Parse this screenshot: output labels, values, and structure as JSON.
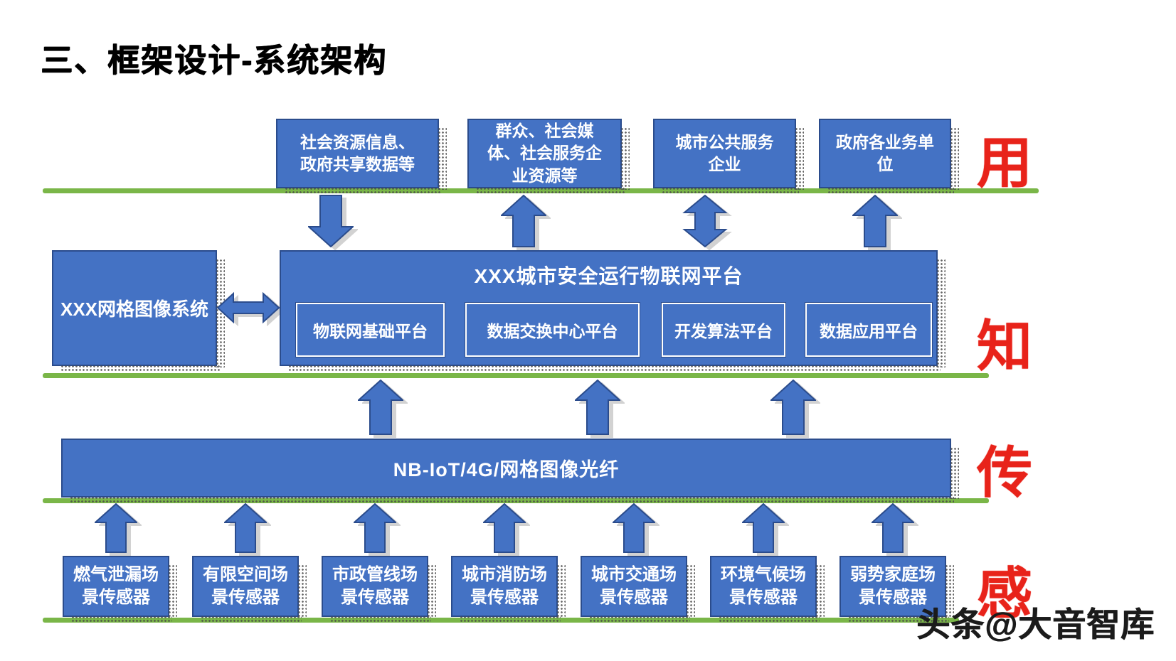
{
  "title": "三、框架设计-系统架构",
  "watermark": "头条@大音智库",
  "colors": {
    "node_blue": "#4472C4",
    "node_border": "#2B4C8C",
    "divider_green": "#7AB648",
    "layer_label_red": "#E8231A"
  },
  "layer_labels": [
    {
      "label": "用"
    },
    {
      "label": "知"
    },
    {
      "label": "传"
    },
    {
      "label": "感"
    }
  ],
  "application_layer": {
    "boxes": [
      {
        "label": "社会资源信息、\n政府共享数据等"
      },
      {
        "label": "群众、社会媒\n体、社会服务企\n业资源等"
      },
      {
        "label": "城市公共服务\n企业"
      },
      {
        "label": "政府各业务单\n位"
      }
    ]
  },
  "awareness_layer": {
    "grid_image_system": {
      "label": "XXX网格图像系统"
    },
    "platform": {
      "title": "XXX城市安全运行物联网平台",
      "sub_platforms": [
        {
          "label": "物联网基础平台"
        },
        {
          "label": "数据交换中心平台"
        },
        {
          "label": "开发算法平台"
        },
        {
          "label": "数据应用平台"
        }
      ]
    }
  },
  "transmission_layer": {
    "network_bar": {
      "label": "NB-IoT/4G/网格图像光纤"
    }
  },
  "sensing_layer": {
    "sensors": [
      {
        "label": "燃气泄漏场\n景传感器"
      },
      {
        "label": "有限空间场\n景传感器"
      },
      {
        "label": "市政管线场\n景传感器"
      },
      {
        "label": "城市消防场\n景传感器"
      },
      {
        "label": "城市交通场\n景传感器"
      },
      {
        "label": "环境气候场\n景传感器"
      },
      {
        "label": "弱势家庭场\n景传感器"
      }
    ]
  }
}
